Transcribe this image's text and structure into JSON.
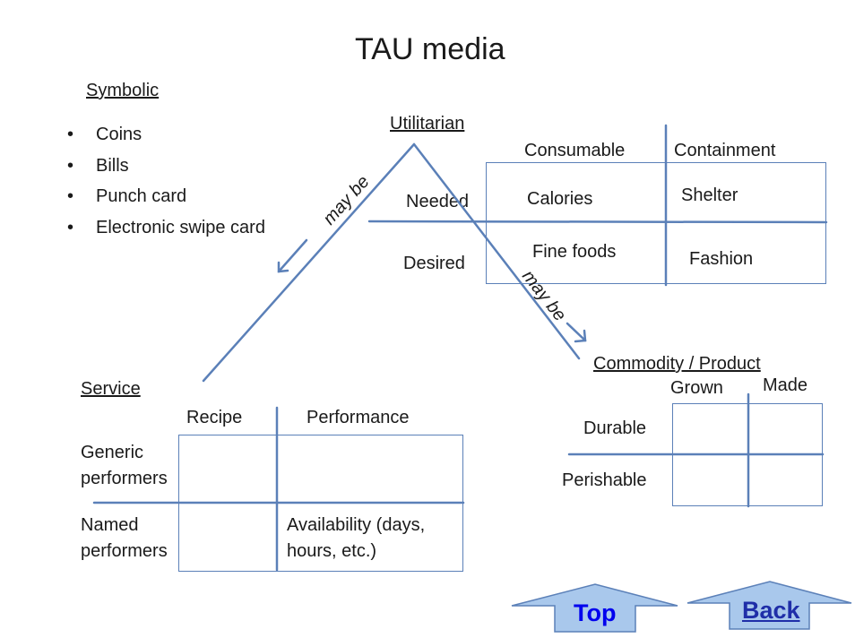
{
  "title": "TAU media",
  "symbolic": {
    "heading": "Symbolic",
    "items": [
      "Coins",
      "Bills",
      "Punch card",
      "Electronic swipe card"
    ]
  },
  "utilitarian": {
    "heading": "Utilitarian",
    "columns": [
      "Consumable",
      "Containment"
    ],
    "rows": [
      "Needed",
      "Desired"
    ],
    "cells": [
      "Calories",
      "Shelter",
      "Fine foods",
      "Fashion"
    ]
  },
  "may_be": "may be",
  "service": {
    "heading": "Service",
    "columns": [
      "Recipe",
      "Performance"
    ],
    "rows": [
      [
        "Generic",
        "performers"
      ],
      [
        "Named",
        "performers"
      ]
    ],
    "cell_line1": "Availability (days,",
    "cell_line2": "hours, etc.)"
  },
  "commodity": {
    "heading": "Commodity / Product",
    "columns": [
      "Grown",
      "Made"
    ],
    "rows": [
      "Durable",
      "Perishable"
    ]
  },
  "nav": {
    "top_label": "Top",
    "back_label": "Back"
  },
  "colors": {
    "line": "#5b80b8",
    "button_fill": "#a9c8ec",
    "back_text": "#1f2ea8"
  }
}
